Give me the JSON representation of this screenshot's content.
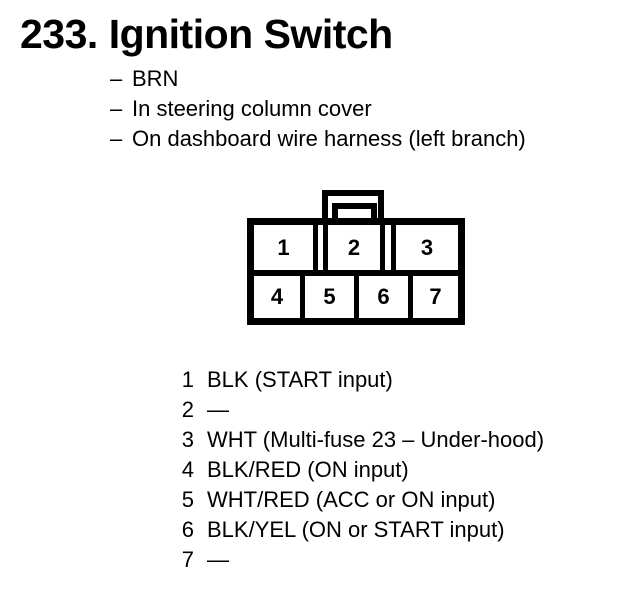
{
  "title": "233. Ignition Switch",
  "bullet_dash": "–",
  "notes": [
    "BRN",
    "In steering column cover",
    "On dashboard wire harness (left branch)"
  ],
  "connector": {
    "top_pins": [
      "1",
      "2",
      "3"
    ],
    "bottom_pins": [
      "4",
      "5",
      "6",
      "7"
    ]
  },
  "pin_list": [
    {
      "num": "1",
      "desc": "BLK (START input)"
    },
    {
      "num": "2",
      "desc": "—"
    },
    {
      "num": "3",
      "desc": "WHT (Multi-fuse 23 – Under-hood)"
    },
    {
      "num": "4",
      "desc": "BLK/RED (ON input)"
    },
    {
      "num": "5",
      "desc": "WHT/RED (ACC or ON input)"
    },
    {
      "num": "6",
      "desc": "BLK/YEL (ON or START input)"
    },
    {
      "num": "7",
      "desc": "—"
    }
  ],
  "colors": {
    "ink": "#000000",
    "paper": "#ffffff"
  }
}
